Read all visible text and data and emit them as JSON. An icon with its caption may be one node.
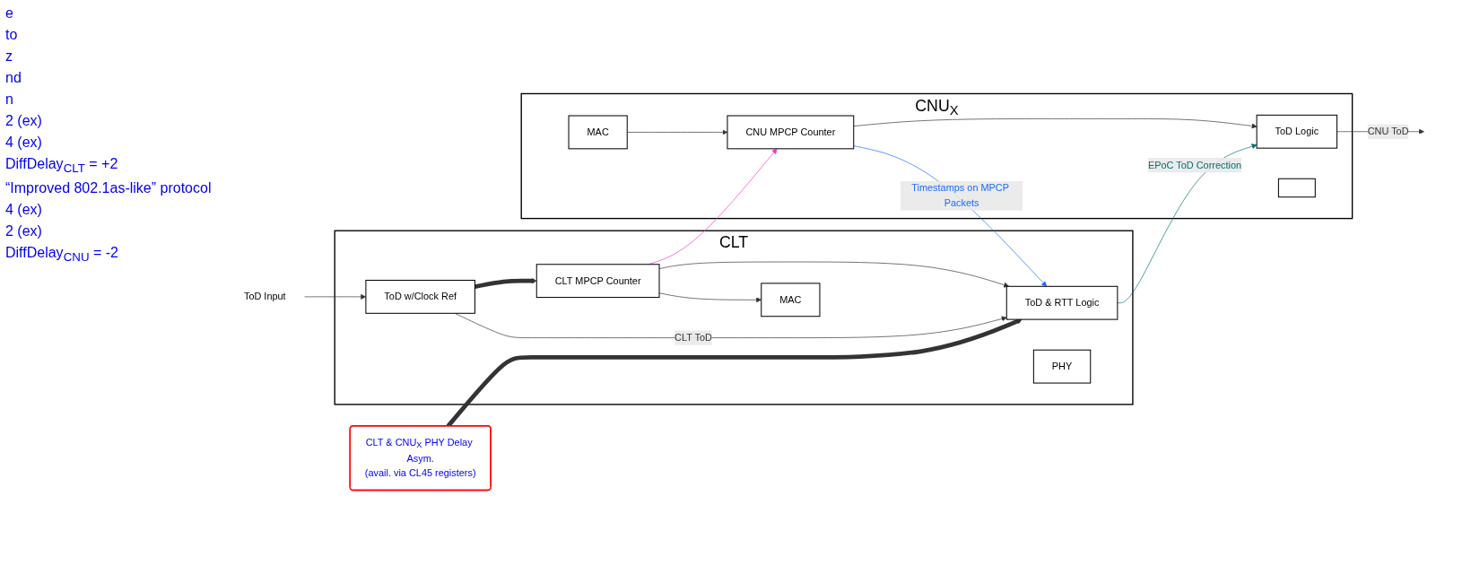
{
  "diagram": {
    "nodes": [
      {
        "text": [
          "ToD Input"
        ]
      },
      {
        "text": [
          "CLT & CNU$_{X}$ PHY Delay Asym.",
          "(avail. via CL45 registers)"
        ]
      },
      {
        "text": [
          "CLT"
        ]
      },
      {
        "text": [
          "ToD w/Clock Ref"
        ],
        "in": 2
      },
      {
        "text": [
          "ToD & RTT Logic"
        ],
        "in": 2
      },
      {
        "text": [
          "CLT MPCP Counter"
        ],
        "in": 2
      },
      {
        "text": [
          "MAC"
        ],
        "in": 2
      },
      {
        "text": [
          "PHY"
        ],
        "in": 2
      },
      {
        "text": [
          "CNU$_{X}$"
        ]
      },
      {
        "text": [
          "ToD Logic"
        ],
        "in": 8
      },
      {
        "text": [
          "MAC"
        ],
        "in": 8
      },
      {
        "text": [
          "CNU MPCP Counter"
        ],
        "in": 8
      },
      {
        "text": [],
        "shape": "box",
        "in": 8
      }
    ],
    "edges": [
      {
        "from": 0,
        "to": 3,
        "arrow": "to"
      },
      {
        "from": 3,
        "to": 4,
        "arrow": "to",
        "label": "CLT ToD"
      },
      {
        "from": 1,
        "to": 4,
        "arrow": "to",
        "style": "thick"
      },
      {
        "from": 3,
        "to": 5,
        "arrow": "to",
        "style": "thick"
      },
      {
        "from": 5,
        "to": 6,
        "arrow": "to"
      },
      {
        "from": 5,
        "to": 4,
        "arrow": "to"
      },
      {
        "from": 4,
        "to": 9,
        "arrow": "to",
        "label": "EPoC ToD Correction",
        "color": "#007070"
      },
      {
        "from": 5,
        "to": 11,
        "arrow": "to",
        "color": "#ff33cc"
      },
      {
        "from": 11,
        "to": 4,
        "arrow": "to",
        "label": "Timestamps on MPCP Packets",
        "color": "#1a6aff"
      },
      {
        "from": 10,
        "to": 11,
        "arrow": "to"
      },
      {
        "from": 11,
        "to": 9,
        "arrow": "to"
      },
      {
        "from": 9,
        "to": null,
        "arrow": "to",
        "label": "CNU ToD"
      }
    ],
    "labels": [
      "e",
      "to",
      "z",
      "nd",
      "n",
      "2 (ex)",
      "4 (ex)",
      "DiffDelay$_{CLT}$ = +2",
      "“Improved 802.1as-like” protocol",
      "4 (ex)",
      "2 (ex)",
      "DiffDelay$_{CNU}$ = -2"
    ]
  }
}
